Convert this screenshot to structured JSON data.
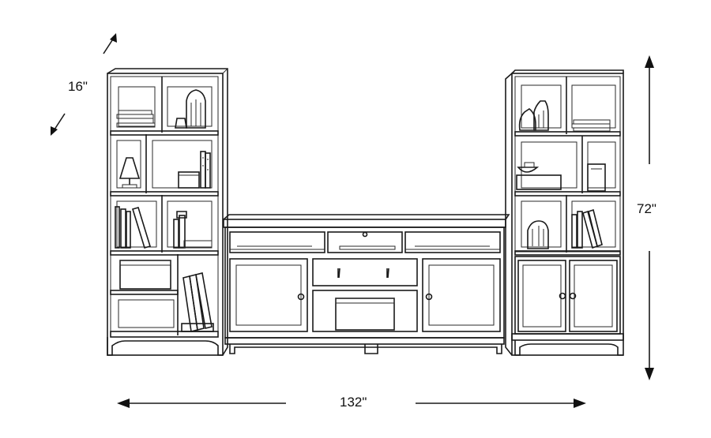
{
  "dimensions": {
    "depth_label": "16\"",
    "height_label": "72\"",
    "width_label": "132\""
  },
  "colors": {
    "line": "#1a1a1a",
    "background": "#ffffff"
  },
  "illustration": {
    "icon": "entertainment-wall-unit-line-drawing"
  }
}
